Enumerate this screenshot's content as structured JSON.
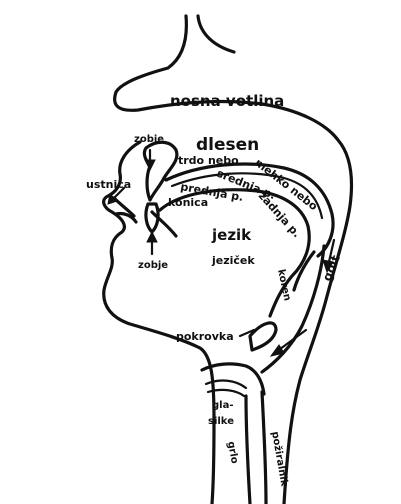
{
  "labels": {
    "nasal_cavity": "nosna votlina",
    "palate": "dlesen",
    "teeth_upper": "zobje",
    "lips": "ustnica",
    "hard_palate": "trdo nebo",
    "soft_palate": "mehko nebo",
    "middle_part": "srednja p.",
    "back_part": "zadnja p.",
    "front_part": "prednja p.",
    "tip": "konica",
    "tongue": "jezik",
    "teeth_lower": "zobje",
    "uvula": "jeziček",
    "root": "koren",
    "pharynx": "golt",
    "epiglottis": "pokrovka",
    "vocal_cords_1": "gla-",
    "vocal_cords_2": "silke",
    "throat": "grlo",
    "esophagus": "požiralnik"
  },
  "colors": {
    "ink": "#111111",
    "paper": "#ffffff"
  }
}
